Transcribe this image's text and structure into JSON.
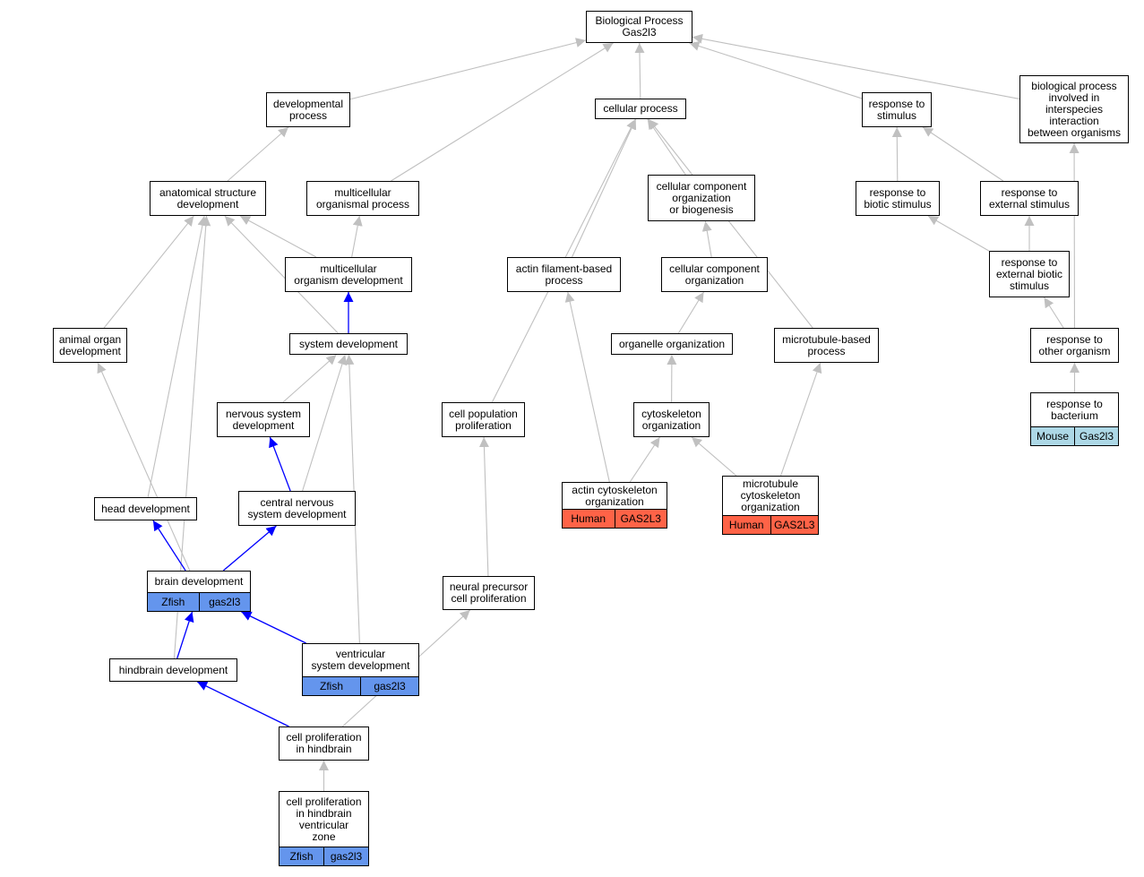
{
  "colors": {
    "edge_gray": "#c0c0c0",
    "edge_blue": "#0000ff",
    "zfish": "#6495ed",
    "human": "#ff6347",
    "mouse": "#add8e6"
  },
  "nodes": {
    "bp": {
      "label": "Biological Process\nGas2l3"
    },
    "dev": {
      "label": "developmental\nprocess"
    },
    "cell": {
      "label": "cellular process"
    },
    "stim": {
      "label": "response to\nstimulus"
    },
    "inter": {
      "label": "biological process\ninvolved in\ninterspecies\ninteraction\nbetween organisms"
    },
    "anat": {
      "label": "anatomical structure\ndevelopment"
    },
    "multi": {
      "label": "multicellular\norganismal process"
    },
    "ccob": {
      "label": "cellular component\norganization\nor biogenesis"
    },
    "biotic": {
      "label": "response to\nbiotic stimulus"
    },
    "extern": {
      "label": "response to\nexternal stimulus"
    },
    "mod": {
      "label": "multicellular\norganism development"
    },
    "actinfb": {
      "label": "actin filament-based\nprocess"
    },
    "cco": {
      "label": "cellular component\norganization"
    },
    "extbio": {
      "label": "response to\nexternal biotic\nstimulus"
    },
    "organ": {
      "label": "animal organ\ndevelopment"
    },
    "sysdev": {
      "label": "system development"
    },
    "organelle": {
      "label": "organelle organization"
    },
    "mtb": {
      "label": "microtubule-based\nprocess"
    },
    "other": {
      "label": "response to\nother organism"
    },
    "nsd": {
      "label": "nervous system\ndevelopment"
    },
    "cpp": {
      "label": "cell population\nproliferation"
    },
    "cyto": {
      "label": "cytoskeleton\norganization"
    },
    "bact": {
      "label": "response to\nbacterium",
      "tags": [
        "Mouse",
        "Gas2l3"
      ],
      "tag_color": "#add8e6"
    },
    "head": {
      "label": "head development"
    },
    "cns": {
      "label": "central nervous\nsystem development"
    },
    "actcyto": {
      "label": "actin cytoskeleton\norganization",
      "tags": [
        "Human",
        "GAS2L3"
      ],
      "tag_color": "#ff6347"
    },
    "mtcyto": {
      "label": "microtubule\ncytoskeleton\norganization",
      "tags": [
        "Human",
        "GAS2L3"
      ],
      "tag_color": "#ff6347"
    },
    "brain": {
      "label": "brain development",
      "tags": [
        "Zfish",
        "gas2l3"
      ],
      "tag_color": "#6495ed"
    },
    "npcp": {
      "label": "neural precursor\ncell proliferation"
    },
    "vsd": {
      "label": "ventricular\nsystem development",
      "tags": [
        "Zfish",
        "gas2l3"
      ],
      "tag_color": "#6495ed"
    },
    "hind": {
      "label": "hindbrain development"
    },
    "cph": {
      "label": "cell proliferation\nin hindbrain"
    },
    "cphvz": {
      "label": "cell proliferation\nin hindbrain\nventricular\nzone",
      "tags": [
        "Zfish",
        "gas2l3"
      ],
      "tag_color": "#6495ed"
    }
  },
  "edges": [
    [
      "dev",
      "bp",
      "gray"
    ],
    [
      "cell",
      "bp",
      "gray"
    ],
    [
      "stim",
      "bp",
      "gray"
    ],
    [
      "inter",
      "bp",
      "gray"
    ],
    [
      "multi",
      "bp",
      "gray"
    ],
    [
      "anat",
      "dev",
      "gray"
    ],
    [
      "biotic",
      "stim",
      "gray"
    ],
    [
      "extern",
      "stim",
      "gray"
    ],
    [
      "ccob",
      "cell",
      "gray"
    ],
    [
      "actinfb",
      "cell",
      "gray"
    ],
    [
      "cpp",
      "cell",
      "gray"
    ],
    [
      "mtb",
      "cell",
      "gray"
    ],
    [
      "mod",
      "multi",
      "gray"
    ],
    [
      "mod",
      "anat",
      "gray"
    ],
    [
      "organ",
      "anat",
      "gray"
    ],
    [
      "head",
      "anat",
      "gray"
    ],
    [
      "sysdev",
      "anat",
      "gray"
    ],
    [
      "hind",
      "anat",
      "gray"
    ],
    [
      "sysdev",
      "mod",
      "blue"
    ],
    [
      "cco",
      "ccob",
      "gray"
    ],
    [
      "organelle",
      "cco",
      "gray"
    ],
    [
      "cyto",
      "organelle",
      "gray"
    ],
    [
      "extbio",
      "biotic",
      "gray"
    ],
    [
      "extbio",
      "extern",
      "gray"
    ],
    [
      "other",
      "extbio",
      "gray"
    ],
    [
      "other",
      "inter",
      "gray"
    ],
    [
      "bact",
      "other",
      "gray"
    ],
    [
      "nsd",
      "sysdev",
      "gray"
    ],
    [
      "cns",
      "sysdev",
      "gray"
    ],
    [
      "vsd",
      "sysdev",
      "gray"
    ],
    [
      "cns",
      "nsd",
      "blue"
    ],
    [
      "actcyto",
      "actinfb",
      "gray"
    ],
    [
      "actcyto",
      "cyto",
      "gray"
    ],
    [
      "mtcyto",
      "cyto",
      "gray"
    ],
    [
      "mtcyto",
      "mtb",
      "gray"
    ],
    [
      "brain",
      "head",
      "blue"
    ],
    [
      "brain",
      "cns",
      "blue"
    ],
    [
      "brain",
      "organ",
      "gray"
    ],
    [
      "vsd",
      "brain",
      "blue"
    ],
    [
      "hind",
      "brain",
      "blue"
    ],
    [
      "npcp",
      "cpp",
      "gray"
    ],
    [
      "cph",
      "hind",
      "blue"
    ],
    [
      "cph",
      "npcp",
      "gray"
    ],
    [
      "cphvz",
      "cph",
      "gray"
    ]
  ]
}
